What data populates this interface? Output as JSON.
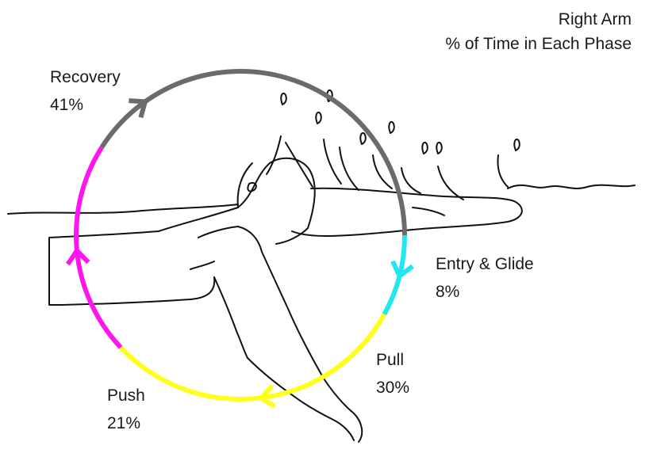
{
  "title": {
    "line1": "Right Arm",
    "line2": "% of Time in Each Phase"
  },
  "phases": [
    {
      "name": "Entry & Glide",
      "percent": "8%",
      "value": 8,
      "color": "#22e6f2"
    },
    {
      "name": "Pull",
      "percent": "30%",
      "value": 30,
      "color": "#ffff1a"
    },
    {
      "name": "Push",
      "percent": "21%",
      "value": 21,
      "color": "#ff16ee"
    },
    {
      "name": "Recovery",
      "percent": "41%",
      "value": 41,
      "color": "#6b6b6b"
    }
  ],
  "illustration": {
    "subject": "swimmer-freestyle-sketch",
    "line_color": "#111111"
  }
}
